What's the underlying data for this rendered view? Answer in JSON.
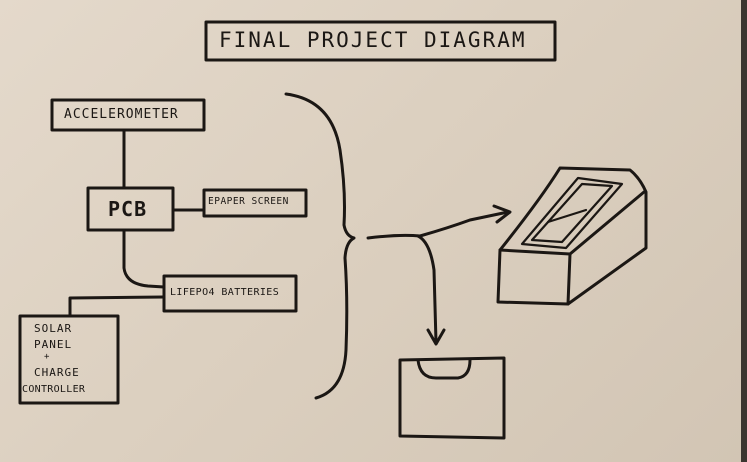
{
  "title": "FINAL PROJECT DIAGRAM",
  "nodes": {
    "accelerometer": "ACCELEROMETER",
    "pcb": "PCB",
    "epaper": "EPAPER SCREEN",
    "batteries": "LIFEPO4 BATTERIES",
    "solar_line1": "SOLAR",
    "solar_line2": "PANEL",
    "solar_line3": "+",
    "solar_line4": "CHARGE",
    "solar_line5": "CONTROLLER"
  },
  "colors": {
    "paper": "#ddd1c1",
    "ink": "#1b1714"
  }
}
